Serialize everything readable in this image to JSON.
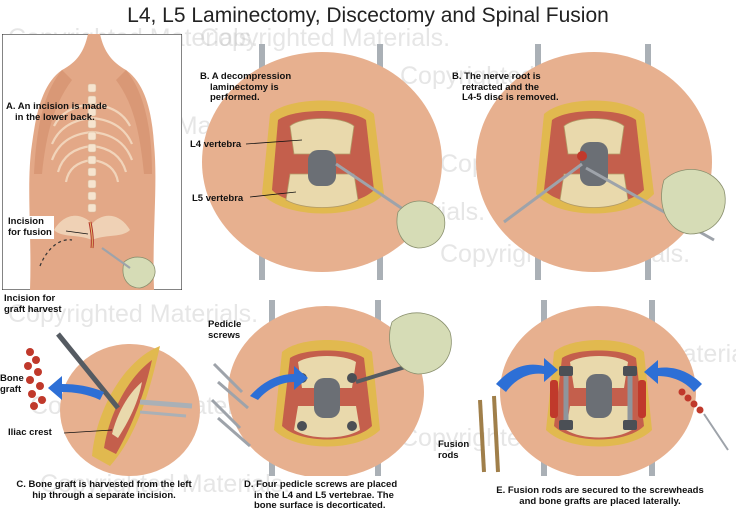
{
  "title": "L4, L5 Laminectomy, Discectomy and Spinal Fusion",
  "watermark": "Copyrighted Materials.",
  "panels": {
    "a": {
      "caption_line1": "A. An incision is made",
      "caption_line2": "in the lower back.",
      "incision_fusion_line1": "Incision",
      "incision_fusion_line2": "for fusion",
      "incision_graft_line1": "Incision for",
      "incision_graft_line2": "graft harvest"
    },
    "b1": {
      "caption_line1": "B. A decompression",
      "caption_line2": "laminectomy is",
      "caption_line3": "performed.",
      "l4_label": "L4 vertebra",
      "l5_label": "L5 vertebra"
    },
    "b2": {
      "caption_line1": "B. The nerve root is",
      "caption_line2": "retracted and the",
      "caption_line3": "L4-5 disc is removed."
    },
    "c": {
      "bone_graft_line1": "Bone",
      "bone_graft_line2": "graft",
      "iliac_crest": "Iliac crest",
      "caption_line1": "C. Bone graft is harvested from the left",
      "caption_line2": "hip through a separate incision."
    },
    "d": {
      "pedicle_line1": "Pedicle",
      "pedicle_line2": "screws",
      "caption_line1": "D. Four pedicle screws are placed",
      "caption_line2": "in the L4 and L5 vertebrae. The",
      "caption_line3": "bone surface is decorticated."
    },
    "e": {
      "fusion_rods_line1": "Fusion",
      "fusion_rods_line2": "rods",
      "caption_line1": "E. Fusion rods are secured to the screwheads",
      "caption_line2": "and bone grafts are placed laterally."
    }
  },
  "colors": {
    "skin": "#e7b08f",
    "flesh": "#c45f4c",
    "bone": "#e9d9ac",
    "disc": "#6b6f75",
    "glove": "#d6dcb6",
    "arrow": "#2d6fd6",
    "graft": "#c0392b",
    "instrument": "#9ea3aa"
  }
}
